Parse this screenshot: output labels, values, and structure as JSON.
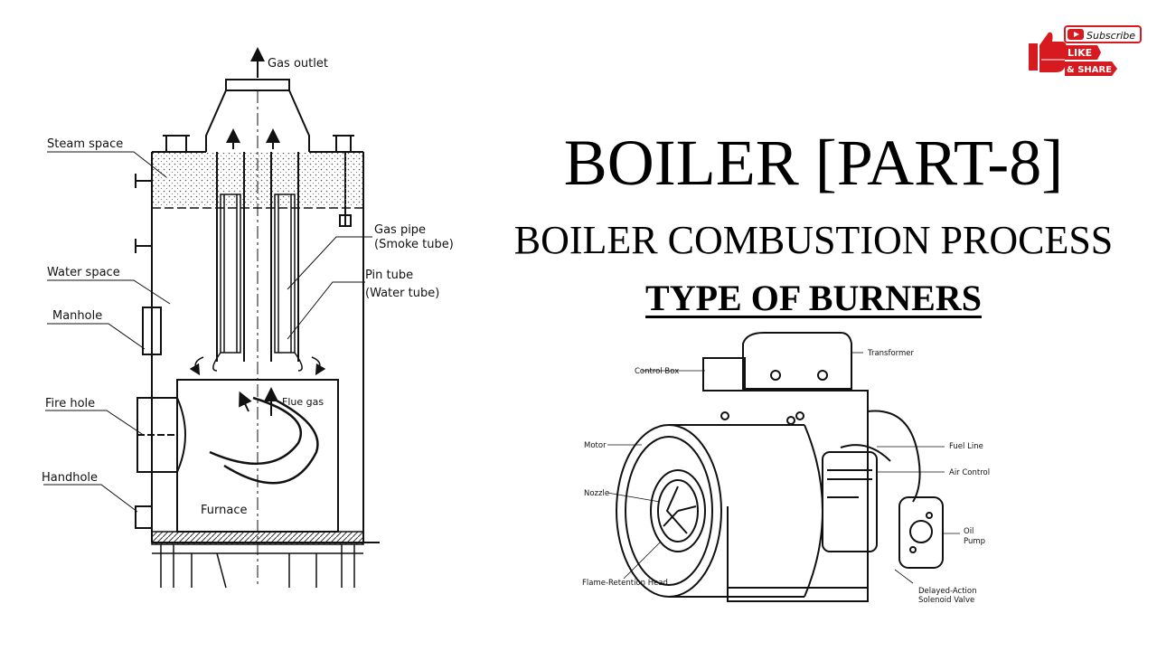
{
  "titles": {
    "main": "BOILER [PART-8]",
    "sub": "BOILER COMBUSTION PROCESS",
    "section": "TYPE OF BURNERS"
  },
  "boiler_diagram": {
    "labels": {
      "gas_outlet": "Gas outlet",
      "steam_space": "Steam space",
      "water_space": "Water space",
      "manhole": "Manhole",
      "fire_hole": "Fire hole",
      "handhole": "Handhole",
      "furnace": "Furnace",
      "flue_gas": "Flue gas",
      "gas_pipe": "Gas pipe",
      "smoke_tube": "(Smoke tube)",
      "pin_tube": "Pin tube",
      "water_tube": "(Water tube)"
    }
  },
  "burner_diagram": {
    "labels": {
      "transformer": "Transformer",
      "control_box": "Control Box",
      "motor": "Motor",
      "fuel_line": "Fuel Line",
      "air_control": "Air Control",
      "nozzle": "Nozzle",
      "oil": "Oil",
      "pump": "Pump",
      "flame_retention_head": "Flame-Retention Head",
      "delayed_action": "Delayed-Action",
      "solenoid_valve": "Solenoid Valve"
    }
  },
  "badge": {
    "subscribe": "Subscribe",
    "like": "LIKE",
    "share": "& SHARE",
    "accent": "#d71920"
  }
}
